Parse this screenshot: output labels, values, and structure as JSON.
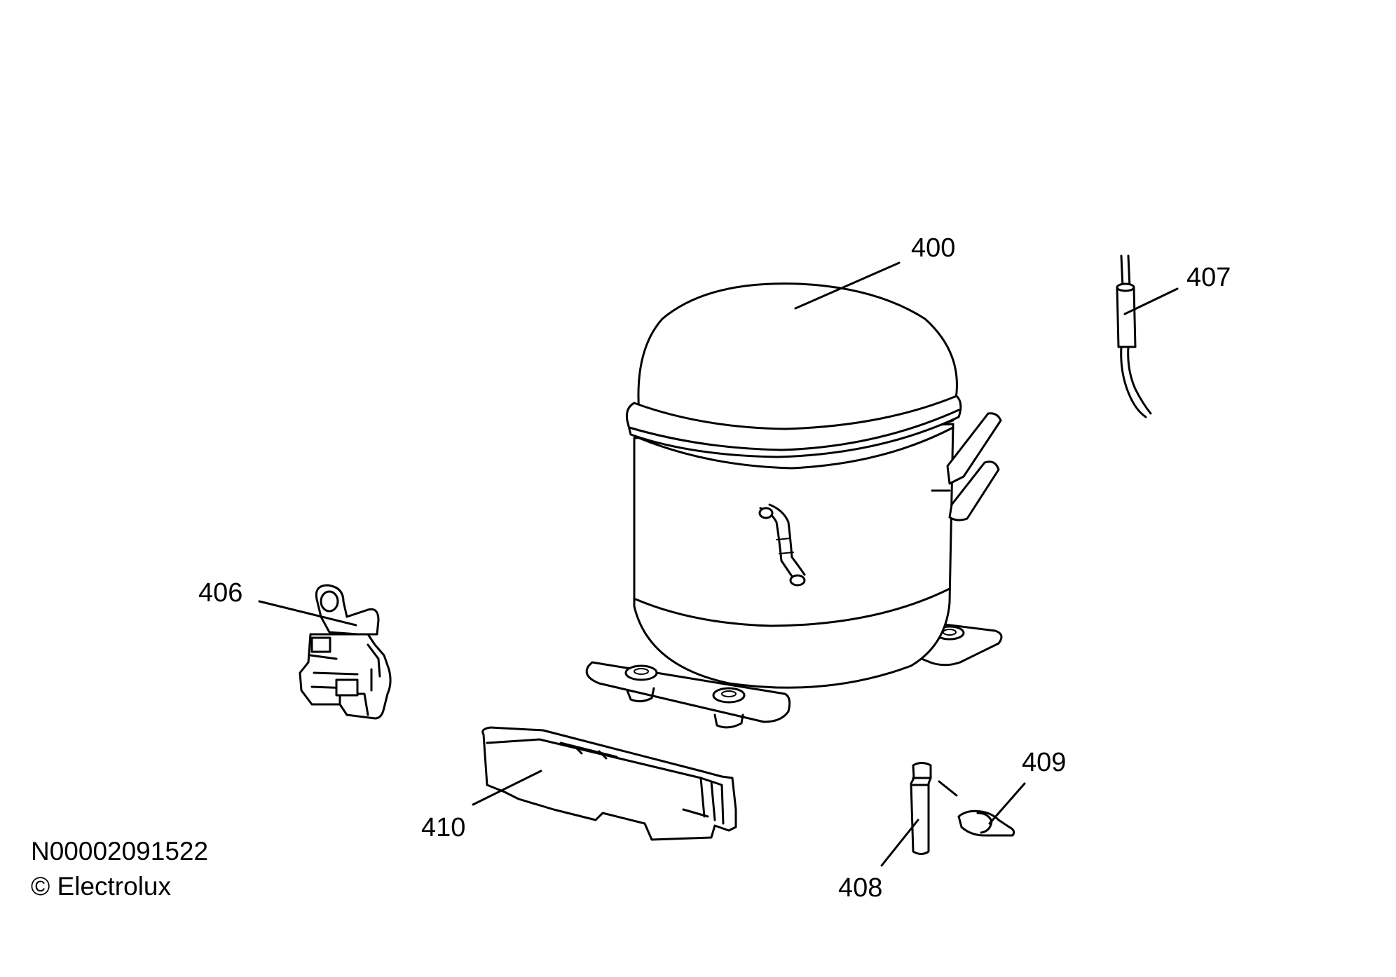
{
  "diagram": {
    "callouts": [
      {
        "id": "400",
        "label": "400"
      },
      {
        "id": "406",
        "label": "406"
      },
      {
        "id": "407",
        "label": "407"
      },
      {
        "id": "408",
        "label": "408"
      },
      {
        "id": "409",
        "label": "409"
      },
      {
        "id": "410",
        "label": "410"
      }
    ]
  },
  "footer": {
    "doc_id": "N00002091522",
    "copyright": "© Electrolux"
  }
}
